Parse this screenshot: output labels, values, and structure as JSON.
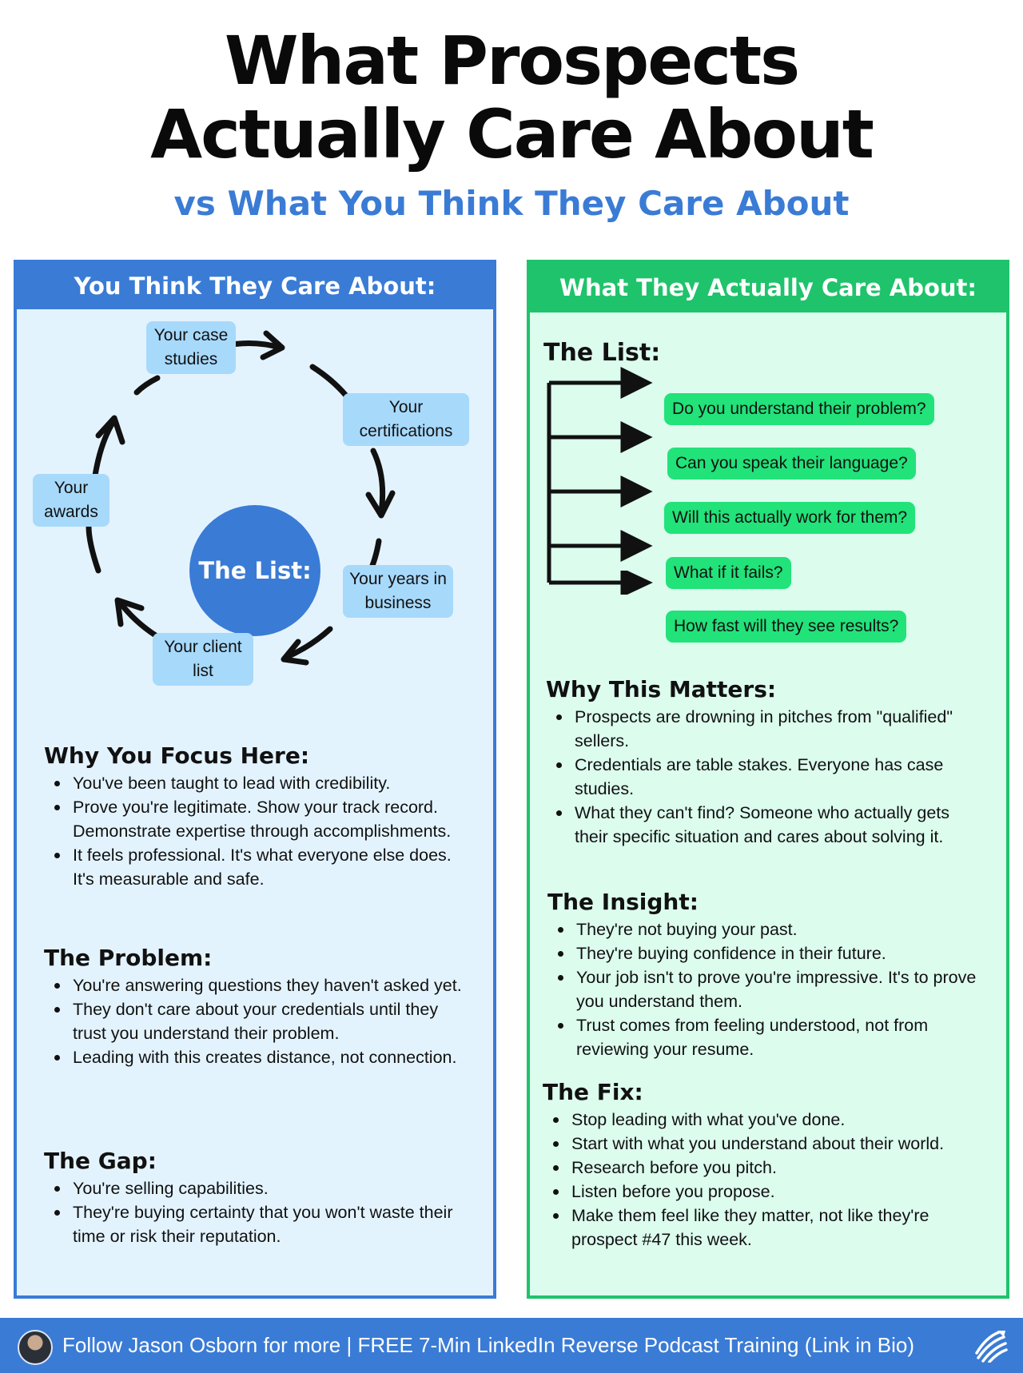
{
  "header": {
    "title_line1": "What Prospects",
    "title_line2": "Actually Care About",
    "subtitle": "vs What You Think They Care About"
  },
  "left_panel": {
    "heading": "You Think They Care About:",
    "cycle": {
      "center": "The List:",
      "items": [
        "Your case studies",
        "Your certifications",
        "Your years in business",
        "Your client list",
        "Your awards"
      ]
    },
    "sections": [
      {
        "title": "Why You Focus Here:",
        "bullets": [
          "You've been taught to lead with credibility.",
          "Prove you're legitimate. Show your track record. Demonstrate expertise through accomplishments.",
          "It feels professional. It's what everyone else does. It's measurable and safe."
        ]
      },
      {
        "title": "The Problem:",
        "bullets": [
          "You're answering questions they haven't asked yet.",
          "They don't care about your credentials until they trust you understand their problem.",
          "Leading with this creates distance, not connection."
        ]
      },
      {
        "title": "The Gap:",
        "bullets": [
          "You're selling capabilities.",
          "They're buying certainty that you won't waste their time or risk their reputation."
        ]
      }
    ]
  },
  "right_panel": {
    "heading": "What They Actually Care About:",
    "list_title": "The List:",
    "questions": [
      "Do you understand their problem?",
      "Can you speak their language?",
      "Will this actually work for them?",
      "What if it fails?",
      "How fast will they see results?"
    ],
    "sections": [
      {
        "title": "Why This Matters:",
        "bullets": [
          "Prospects are drowning in pitches from \"qualified\" sellers.",
          "Credentials are table stakes. Everyone has case studies.",
          "What they can't find? Someone who actually gets their specific situation and cares about solving it."
        ]
      },
      {
        "title": "The Insight:",
        "bullets": [
          "They're not buying your past.",
          "They're buying confidence in their future.",
          "Your job isn't to prove you're impressive. It's to prove you understand them.",
          "Trust comes from feeling understood, not from reviewing your resume."
        ]
      },
      {
        "title": "The Fix:",
        "bullets": [
          "Stop leading with what you've done.",
          "Start with what you understand about their world.",
          "Research before you pitch.",
          "Listen before you propose.",
          "Make them feel like they matter, not like they're prospect #47 this week."
        ]
      }
    ]
  },
  "footer": {
    "text": "Follow Jason Osborn for more | FREE 7-Min LinkedIn Reverse Podcast Training (Link in Bio)",
    "avatar_icon": "profile-photo",
    "logo_icon": "brand-logo-icon"
  },
  "colors": {
    "blue": "#3a7bd5",
    "green": "#1fc36b",
    "light_blue": "#e3f3fe",
    "light_green": "#dcfcee"
  }
}
